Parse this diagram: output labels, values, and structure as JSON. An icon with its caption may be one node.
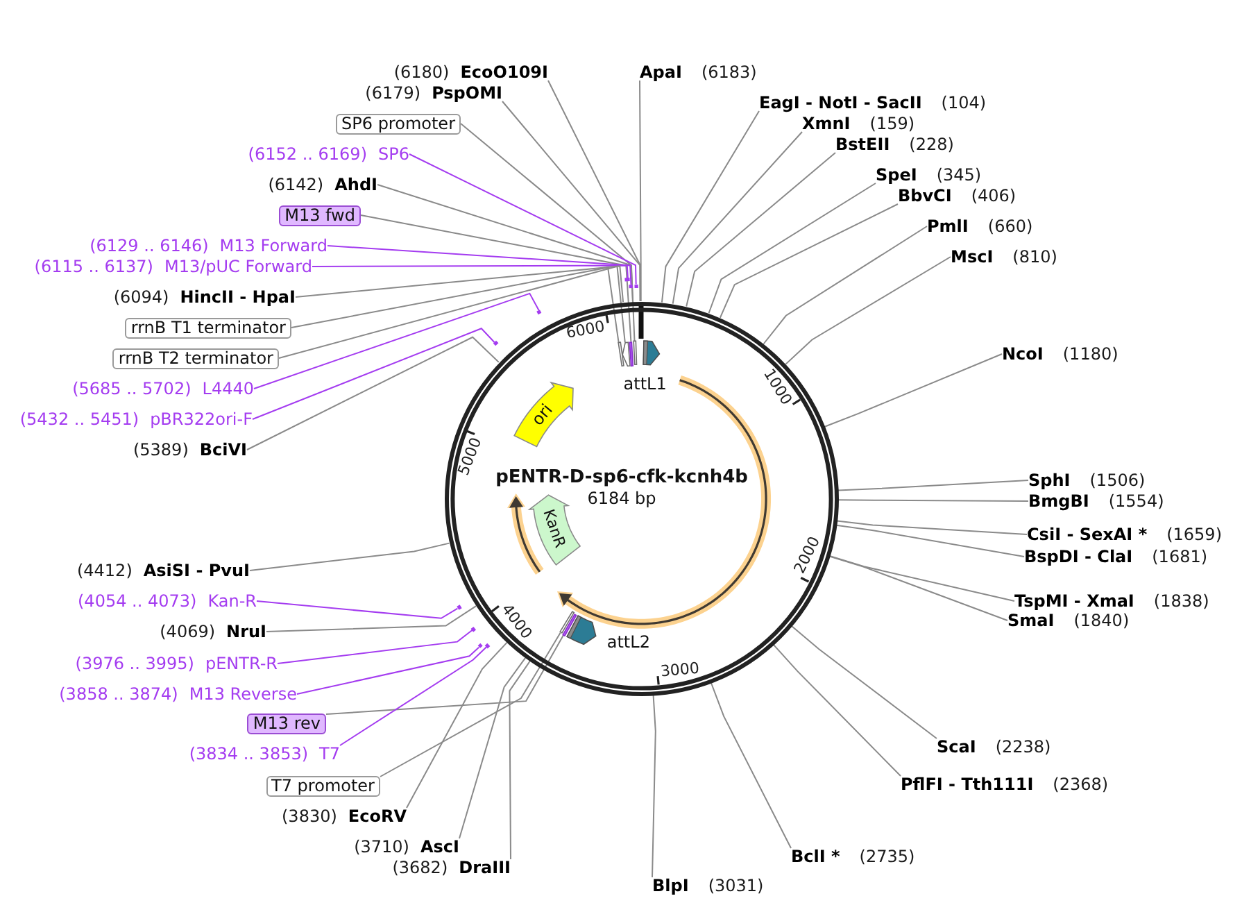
{
  "diagram": {
    "nodes": [
      {
        "text": [
          "(6180)",
          "EcoO109I"
        ]
      },
      {
        "text": [
          "ApaI",
          "(6183)"
        ]
      },
      {
        "text": [
          "(6179)",
          "PspOMI"
        ]
      },
      {
        "text": [
          "EagI - NotI - SacII",
          "(104)"
        ]
      },
      {
        "text": [
          "SP6 promoter"
        ]
      },
      {
        "text": [
          "XmnI",
          "(159)"
        ]
      },
      {
        "text": [
          "BstEII",
          "(228)"
        ]
      },
      {
        "text": [
          "(6152 .. 6169)",
          "SP6"
        ]
      },
      {
        "text": [
          "SpeI",
          "(345)"
        ]
      },
      {
        "text": [
          "(6142)",
          "AhdI"
        ]
      },
      {
        "text": [
          "BbvCI",
          "(406)"
        ]
      },
      {
        "text": [
          "M13 fwd"
        ]
      },
      {
        "text": [
          "PmlI",
          "(660)"
        ]
      },
      {
        "text": [
          "(6129 .. 6146)",
          "M13 Forward"
        ]
      },
      {
        "text": [
          "MscI",
          "(810)"
        ]
      },
      {
        "text": [
          "(6115 .. 6137)",
          "M13/pUC Forward"
        ]
      },
      {
        "text": [
          "(6094)",
          "HincII - HpaI"
        ]
      },
      {
        "text": [
          "rrnB T1 terminator"
        ]
      },
      {
        "text": [
          "NcoI",
          "(1180)"
        ]
      },
      {
        "text": [
          "rrnB T2 terminator"
        ]
      },
      {
        "text": [
          "(5685 .. 5702)",
          "L4440"
        ]
      },
      {
        "text": [
          "(5432 .. 5451)",
          "pBR322ori-F"
        ]
      },
      {
        "text": [
          "(5389)",
          "BciVI"
        ]
      },
      {
        "text": [
          "SphI",
          "(1506)"
        ]
      },
      {
        "text": [
          "BmgBI",
          "(1554)"
        ]
      },
      {
        "text": [
          "CsiI - SexAI *",
          "(1659)"
        ]
      },
      {
        "text": [
          "BspDI - ClaI",
          "(1681)"
        ]
      },
      {
        "text": [
          "(4412)",
          "AsiSI - PvuI"
        ]
      },
      {
        "text": [
          "(4054 .. 4073)",
          "Kan-R"
        ]
      },
      {
        "text": [
          "TspMI - XmaI",
          "(1838)"
        ]
      },
      {
        "text": [
          "SmaI",
          "(1840)"
        ]
      },
      {
        "text": [
          "(4069)",
          "NruI"
        ]
      },
      {
        "text": [
          "(3976 .. 3995)",
          "pENTR-R"
        ]
      },
      {
        "text": [
          "(3858 .. 3874)",
          "M13 Reverse"
        ]
      },
      {
        "text": [
          "M13 rev"
        ]
      },
      {
        "text": [
          "ScaI",
          "(2238)"
        ]
      },
      {
        "text": [
          "(3834 .. 3853)",
          "T7"
        ]
      },
      {
        "text": [
          "PflFI - Tth111I",
          "(2368)"
        ]
      },
      {
        "text": [
          "T7 promoter"
        ]
      },
      {
        "text": [
          "(3830)",
          "EcoRV"
        ]
      },
      {
        "text": [
          "(3710)",
          "AscI"
        ]
      },
      {
        "text": [
          "BclI *",
          "(2735)"
        ]
      },
      {
        "text": [
          "(3682)",
          "DraIII"
        ]
      },
      {
        "text": [
          "BlpI",
          "(3031)"
        ]
      },
      {
        "text": [
          "pENTR-D-sp6-cfk-kcnh4b",
          "6184 bp"
        ]
      },
      {
        "text": [],
        "shape": "bar",
        "in": 44
      },
      {
        "text": [],
        "shape": "bar",
        "in": 44
      },
      {
        "text": [],
        "shape": "bar",
        "in": 44
      },
      {
        "text": [],
        "shape": "bar",
        "in": 44
      },
      {
        "text": [
          "attL1"
        ],
        "in": 44
      },
      {
        "text": [],
        "shape": "bar",
        "in": 44
      },
      {
        "text": [
          "ori"
        ],
        "in": 44
      },
      {
        "text": [
          "KanR"
        ],
        "in": 44
      },
      {
        "text": [],
        "shape": "bar",
        "in": 44
      },
      {
        "text": [
          "attL2"
        ],
        "in": 44
      },
      {
        "text": [],
        "shape": "bar",
        "in": 44
      },
      {
        "text": [],
        "shape": "bar",
        "in": 44
      },
      {
        "text": [],
        "shape": "bar"
      },
      {
        "text": [],
        "shape": "bar"
      },
      {
        "text": [],
        "shape": "bar"
      },
      {
        "text": [],
        "shape": "bar"
      },
      {
        "text": [],
        "shape": "bar"
      },
      {
        "text": [],
        "shape": "bar"
      },
      {
        "text": [],
        "shape": "bar"
      },
      {
        "text": [],
        "shape": "bar"
      },
      {
        "text": [],
        "shape": "bar"
      }
    ],
    "edges": [
      {
        "from": 0,
        "to": 44,
        "arrow": "none"
      },
      {
        "from": 1,
        "to": 44,
        "arrow": "none"
      },
      {
        "from": 2,
        "to": 44,
        "arrow": "none"
      },
      {
        "from": 3,
        "to": 44,
        "arrow": "none"
      },
      {
        "from": 4,
        "to": 48,
        "arrow": "none"
      },
      {
        "from": 5,
        "to": 44,
        "arrow": "none"
      },
      {
        "from": 6,
        "to": 44,
        "arrow": "none"
      },
      {
        "from": 7,
        "to": 57,
        "arrow": "none",
        "color": "#a43cf0"
      },
      {
        "from": 8,
        "to": 44,
        "arrow": "none"
      },
      {
        "from": 9,
        "to": 44,
        "arrow": "none"
      },
      {
        "from": 10,
        "to": 44,
        "arrow": "none"
      },
      {
        "from": 11,
        "to": 47,
        "arrow": "none"
      },
      {
        "from": 12,
        "to": 44,
        "arrow": "none"
      },
      {
        "from": 13,
        "to": 58,
        "arrow": "none",
        "color": "#a43cf0"
      },
      {
        "from": 14,
        "to": 44,
        "arrow": "none"
      },
      {
        "from": 15,
        "to": 59,
        "arrow": "none",
        "color": "#a43cf0"
      },
      {
        "from": 16,
        "to": 44,
        "arrow": "none"
      },
      {
        "from": 17,
        "to": 45,
        "arrow": "none"
      },
      {
        "from": 18,
        "to": 44,
        "arrow": "none"
      },
      {
        "from": 19,
        "to": 46,
        "arrow": "none"
      },
      {
        "from": 20,
        "to": 60,
        "arrow": "none",
        "color": "#a43cf0"
      },
      {
        "from": 21,
        "to": 61,
        "arrow": "none",
        "color": "#a43cf0"
      },
      {
        "from": 22,
        "to": 44,
        "arrow": "none"
      },
      {
        "from": 23,
        "to": 44,
        "arrow": "none"
      },
      {
        "from": 24,
        "to": 44,
        "arrow": "none"
      },
      {
        "from": 25,
        "to": 44,
        "arrow": "none"
      },
      {
        "from": 26,
        "to": 44,
        "arrow": "none"
      },
      {
        "from": 27,
        "to": 44,
        "arrow": "none"
      },
      {
        "from": 28,
        "to": 62,
        "arrow": "none",
        "color": "#a43cf0"
      },
      {
        "from": 29,
        "to": 44,
        "arrow": "none"
      },
      {
        "from": 30,
        "to": 44,
        "arrow": "none"
      },
      {
        "from": 31,
        "to": 44,
        "arrow": "none"
      },
      {
        "from": 32,
        "to": 63,
        "arrow": "none",
        "color": "#a43cf0"
      },
      {
        "from": 33,
        "to": 64,
        "arrow": "none",
        "color": "#a43cf0"
      },
      {
        "from": 34,
        "to": 55,
        "arrow": "none"
      },
      {
        "from": 35,
        "to": 44,
        "arrow": "none"
      },
      {
        "from": 36,
        "to": 65,
        "arrow": "none",
        "color": "#a43cf0"
      },
      {
        "from": 37,
        "to": 44,
        "arrow": "none"
      },
      {
        "from": 38,
        "to": 56,
        "arrow": "none"
      },
      {
        "from": 39,
        "to": 44,
        "arrow": "none"
      },
      {
        "from": 40,
        "to": 44,
        "arrow": "none"
      },
      {
        "from": 41,
        "to": 44,
        "arrow": "none"
      },
      {
        "from": 42,
        "to": 44,
        "arrow": "none"
      },
      {
        "from": 43,
        "to": 44,
        "arrow": "none"
      }
    ],
    "labels": [
      "6000",
      "1000",
      "5000",
      "2000",
      "4000",
      "3000"
    ]
  }
}
